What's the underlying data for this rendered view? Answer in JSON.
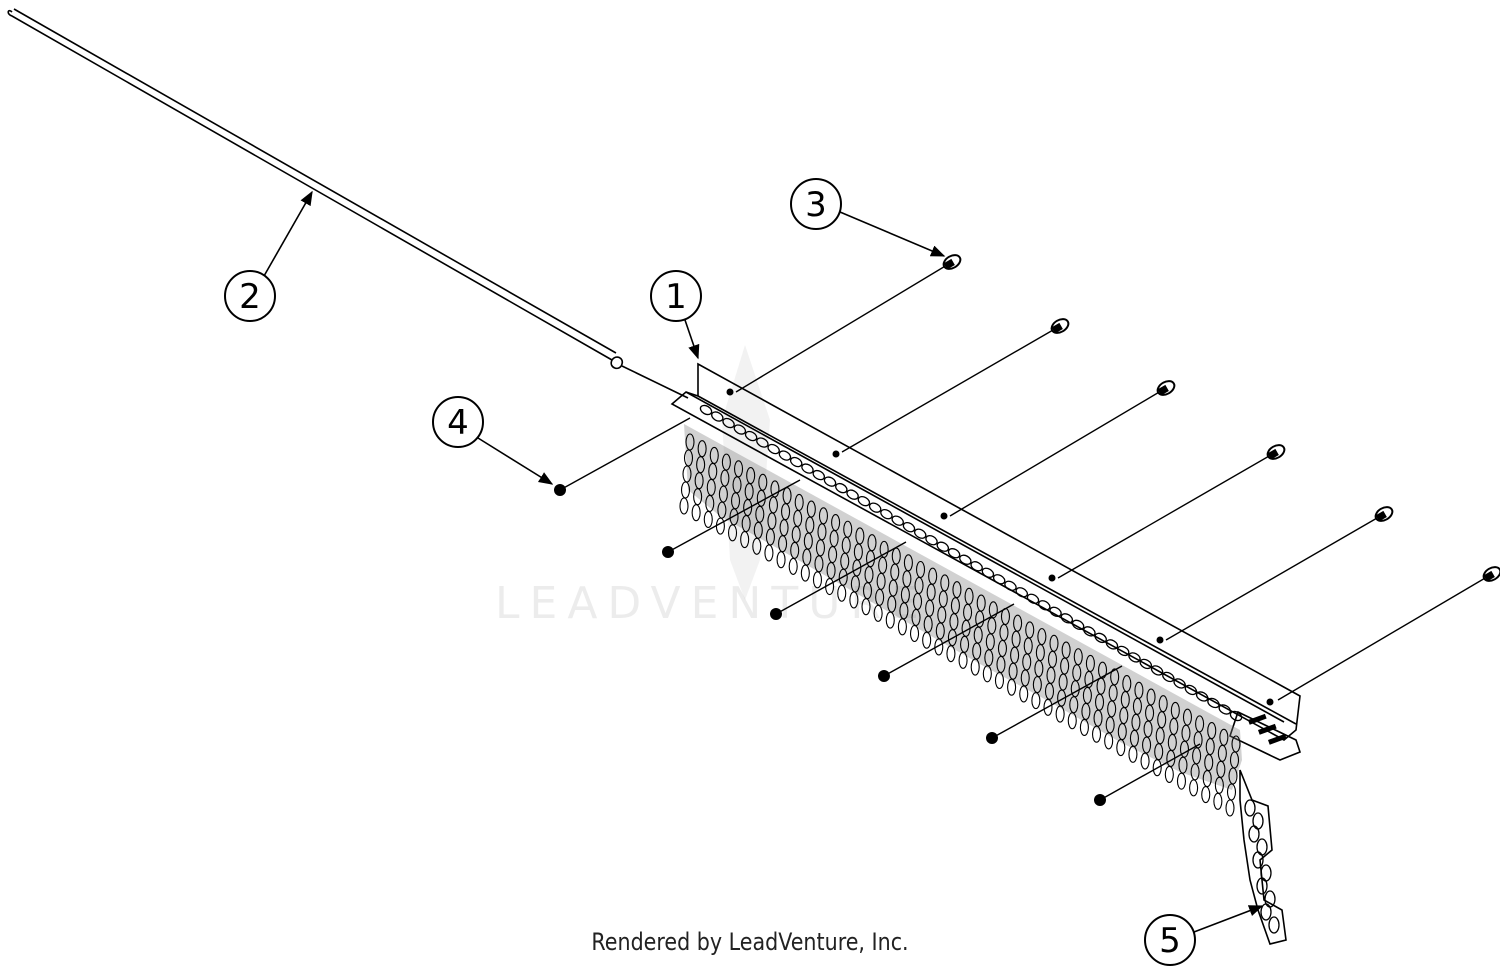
{
  "callouts": {
    "c1": "1",
    "c2": "2",
    "c3": "3",
    "c4": "4",
    "c5": "5"
  },
  "watermark": "LEADVENTURE",
  "footer": "Rendered by LeadVenture, Inc."
}
